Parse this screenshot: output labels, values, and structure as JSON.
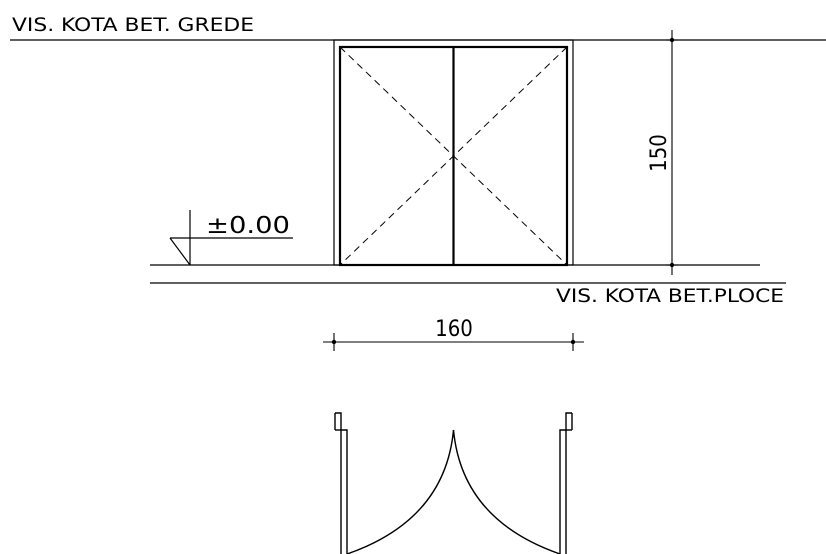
{
  "labels": {
    "beam_level": "VIS. KOTA BET. GREDE",
    "slab_level": "VIS. KOTA BET.PLOCE",
    "elevation_mark": "±0.00"
  },
  "dimensions": {
    "height": "150",
    "width": "160"
  },
  "colors": {
    "line": "#000000",
    "background": "#ffffff"
  }
}
